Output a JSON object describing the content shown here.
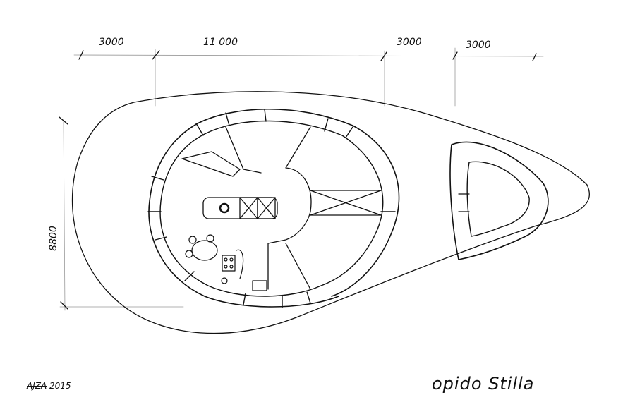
{
  "drawing": {
    "title": "opido Stilla",
    "author_mark": "AJZA",
    "year": "2015",
    "dimensions": {
      "horizontal": [
        "3000",
        "11 000",
        "3000",
        "3000"
      ],
      "vertical": "8800"
    }
  }
}
